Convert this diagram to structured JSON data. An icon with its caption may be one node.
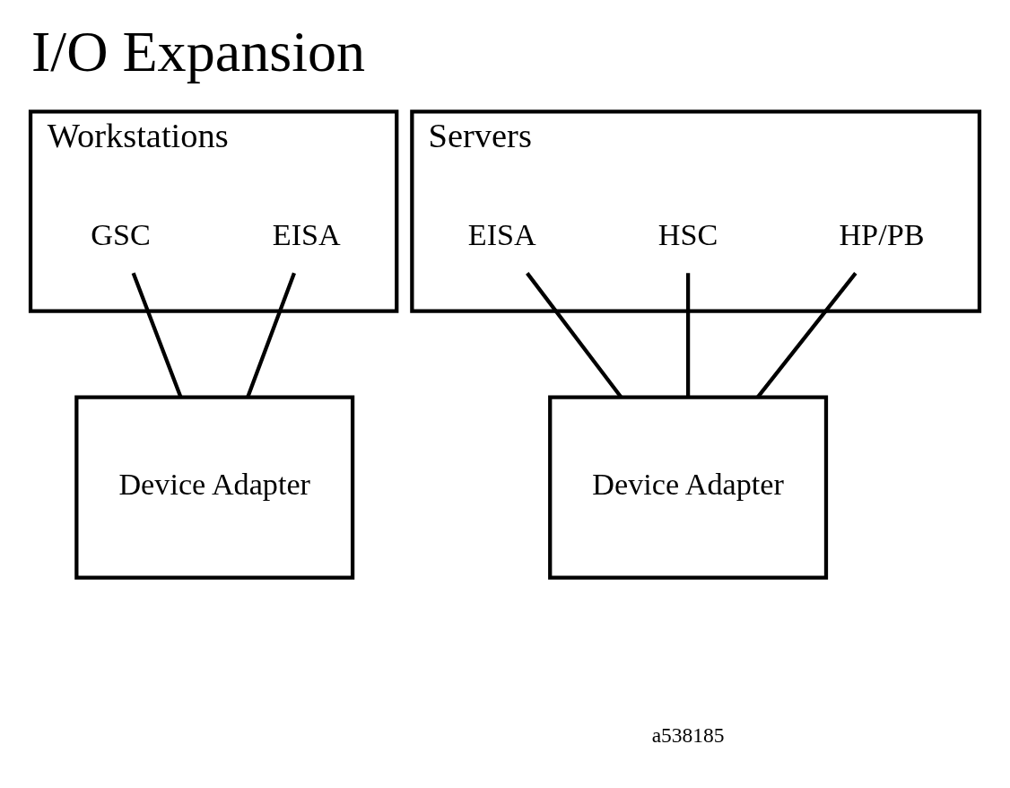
{
  "diagram": {
    "title": "I/O Expansion",
    "nodes": [
      {
        "text": [
          "Workstations"
        ]
      },
      {
        "text": [
          "EISA"
        ],
        "in": 0
      },
      {
        "text": [
          "GSC"
        ],
        "in": 0
      },
      {
        "text": [
          "Device Adapter"
        ]
      },
      {
        "text": [
          "Servers"
        ]
      },
      {
        "text": [
          "HP/PB"
        ],
        "in": 4
      },
      {
        "text": [
          "HSC"
        ],
        "in": 4
      },
      {
        "text": [
          "EISA"
        ],
        "in": 4
      },
      {
        "text": [
          "Device Adapter"
        ]
      }
    ],
    "edges": [
      {
        "from": 1,
        "to": 3,
        "arrow": "none"
      },
      {
        "from": 2,
        "to": 3,
        "arrow": "none"
      },
      {
        "from": 5,
        "to": 8,
        "arrow": "none"
      },
      {
        "from": 6,
        "to": 8,
        "arrow": "none"
      },
      {
        "from": 7,
        "to": 8,
        "arrow": "none"
      }
    ],
    "labels": [
      "a538185"
    ]
  }
}
